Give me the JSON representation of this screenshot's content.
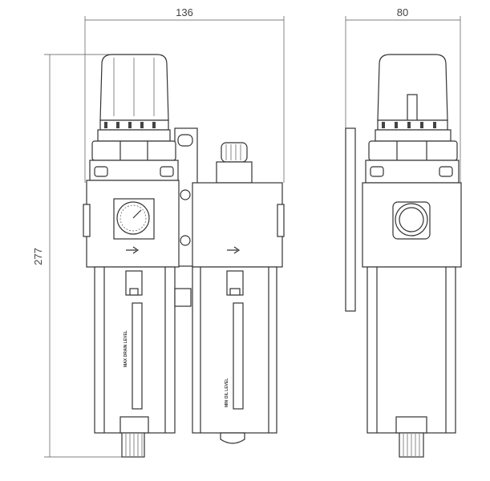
{
  "dimensions": {
    "width": "136",
    "depth": "80",
    "height": "277"
  },
  "labels": {
    "drain_level": "MAX DRAIN LEVEL",
    "oil_level": "MIN OIL LEVEL"
  },
  "colors": {
    "line": "#333333"
  }
}
